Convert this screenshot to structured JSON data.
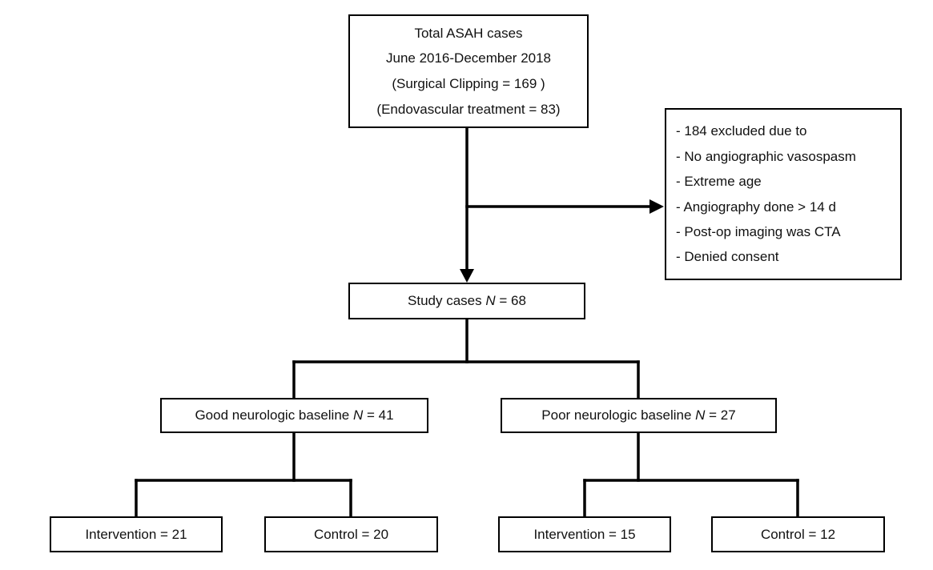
{
  "flow": {
    "total_box": {
      "lines": [
        "Total ASAH cases",
        "June 2016-December 2018",
        "(Surgical Clipping = 169 )",
        "(Endovascular treatment = 83)"
      ]
    },
    "exclusion_box": {
      "items": [
        "- 184 excluded due to",
        "- No angiographic vasospasm",
        "- Extreme age",
        "- Angiography done > 14 d",
        "- Post-op imaging was CTA",
        "- Denied consent"
      ]
    },
    "study_box": {
      "label": "Study cases",
      "n": "N",
      "value": "= 68"
    },
    "good_box": {
      "label": "Good neurologic baseline",
      "n": "N",
      "value": "= 41"
    },
    "poor_box": {
      "label": "Poor neurologic baseline",
      "n": "N",
      "value": "= 27"
    },
    "leaf_boxes": {
      "intervention_good": "Intervention = 21",
      "control_good": "Control = 20",
      "intervention_poor": "Intervention = 15",
      "control_poor": "Control = 12"
    },
    "line_color": "#000000"
  }
}
